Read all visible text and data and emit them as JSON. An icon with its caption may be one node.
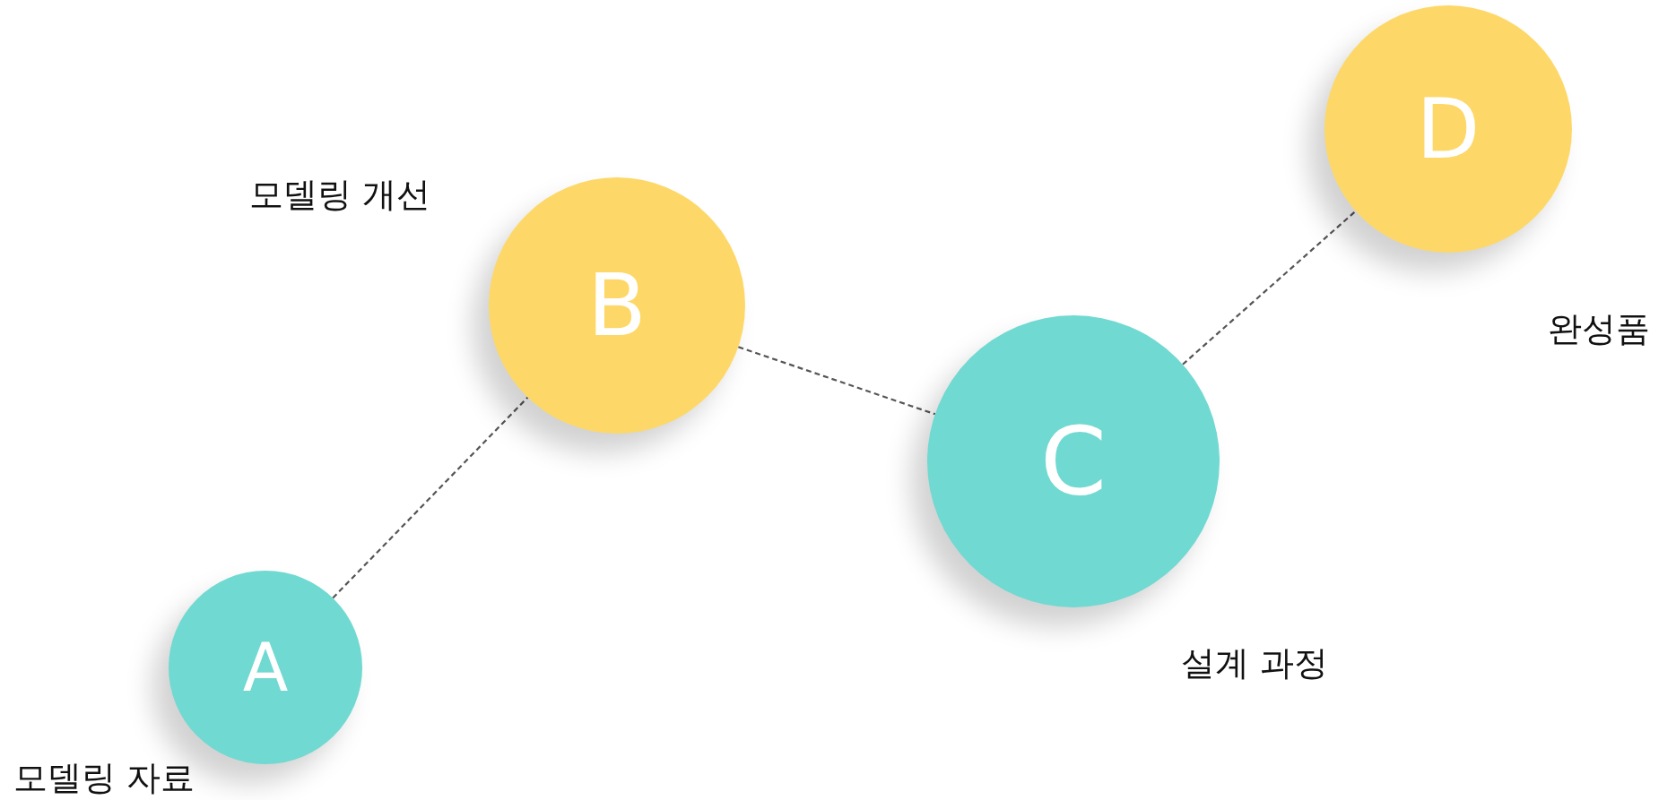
{
  "diagram": {
    "nodes": [
      {
        "text": [
          "A"
        ],
        "beside": [
          "모델링 자료"
        ]
      },
      {
        "text": [
          "B"
        ],
        "beside": [
          "모델링 개선"
        ]
      },
      {
        "text": [
          "C"
        ],
        "beside": [
          "설계 과정"
        ]
      },
      {
        "text": [
          "D"
        ],
        "beside": [
          "완성품"
        ]
      }
    ],
    "edges": [
      {
        "from": 0,
        "to": 1,
        "arrow": "none",
        "style": "dashed"
      },
      {
        "from": 1,
        "to": 2,
        "arrow": "none",
        "style": "dashed"
      },
      {
        "from": 2,
        "to": 3,
        "arrow": "none",
        "style": "dashed"
      }
    ]
  }
}
